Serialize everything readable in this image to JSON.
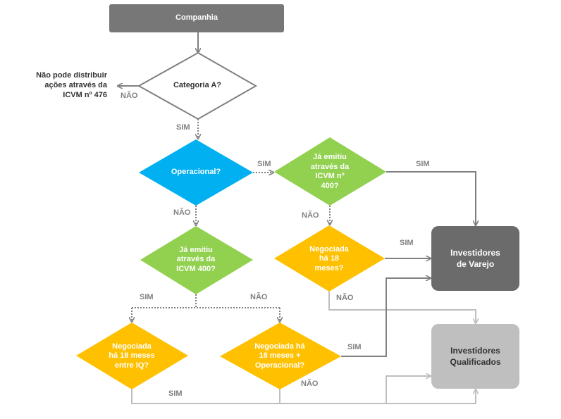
{
  "nodes": {
    "companhia": "Companhia",
    "categoria_a": "Categoria A?",
    "nao_pode": [
      "Não pode distribuir",
      "ações através da",
      "ICVM nº 476"
    ],
    "operacional": "Operacional?",
    "ja_emitiu_right": [
      "Já emitiu",
      "através da",
      "ICVM nº",
      "400?"
    ],
    "ja_emitiu_left": [
      "Já emitiu",
      "através da",
      "ICVM 400?"
    ],
    "negociada_18_right": [
      "Negociada",
      "há 18",
      "meses?"
    ],
    "negociada_iq": [
      "Negociada",
      "há 18 meses",
      "entre IQ?"
    ],
    "negociada_operacional": [
      "Negociada há",
      "18 meses +",
      "Operacional?"
    ],
    "investidores_varejo": [
      "Investidores",
      "de Varejo"
    ],
    "investidores_qualificados": [
      "Investidores",
      "Qualificados"
    ]
  },
  "edge_labels": {
    "nao_categoria": "NÃO",
    "sim_categoria": "SIM",
    "sim_operacional": "SIM",
    "nao_operacional": "NÃO",
    "sim_ja_emitiu_right": "SIM",
    "nao_ja_emitiu_right": "NÃO",
    "sim_negociada_right": "SIM",
    "nao_negociada_right": "NÃO",
    "sim_ja_emitiu_left": "SIM",
    "nao_ja_emitiu_left": "NÃO",
    "sim_negociada_operacional": "SIM",
    "nao_negociada_operacional": "NÃO",
    "sim_negociada_iq": "SIM"
  },
  "colors": {
    "gray_box": "#777777",
    "dark_box": "#6b6b6b",
    "light_box": "#bfbfbf",
    "blue": "#00b0f0",
    "green": "#92d050",
    "orange": "#ffc000",
    "line": "#808080",
    "line_light": "#bfbfbf"
  }
}
